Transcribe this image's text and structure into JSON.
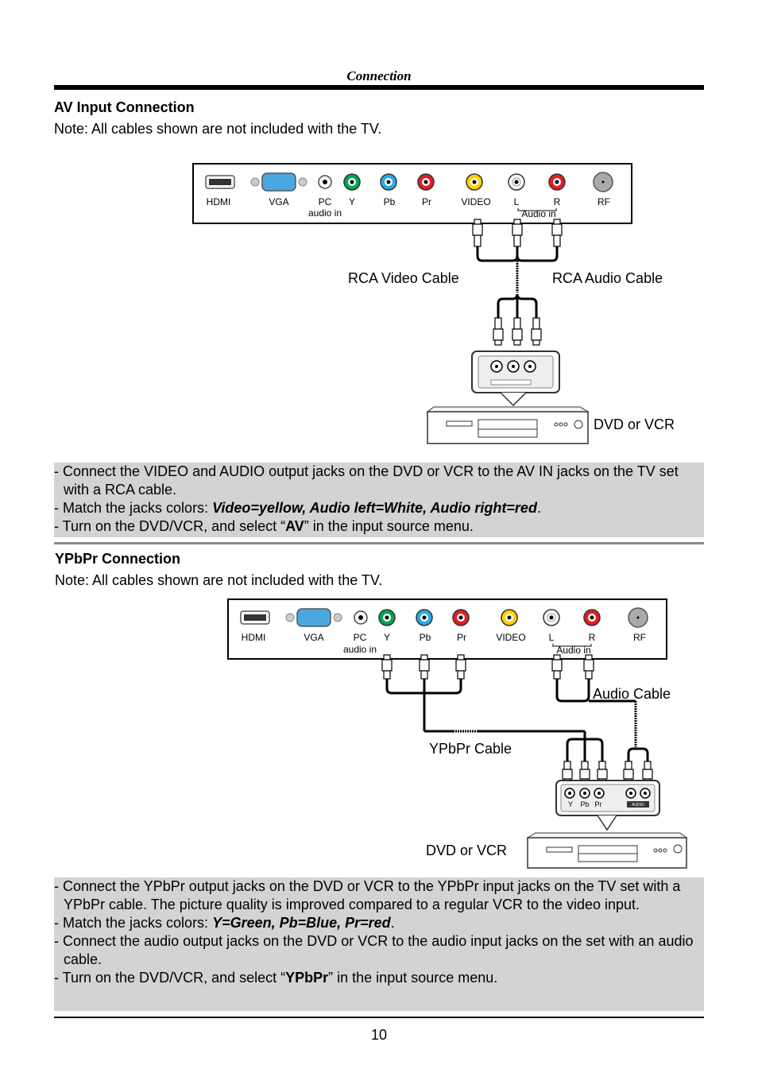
{
  "header": "Connection",
  "av": {
    "title": "AV Input Connection",
    "note": "Note: All cables shown are not included with the TV.",
    "labels": {
      "video_cable": "RCA Video Cable",
      "audio_cable": "RCA Audio Cable",
      "device": "DVD or VCR"
    },
    "instructions": {
      "line1": "- Connect the VIDEO and AUDIO output jacks on the DVD or VCR to the AV IN jacks on the TV set with a RCA cable.",
      "line2_prefix": "- Match the jacks colors: ",
      "line2_bold": "Video=yellow, Audio left=White, Audio right=red",
      "line2_suffix": ".",
      "line3_prefix": "- Turn on the DVD/VCR, and select “",
      "line3_bold": "AV",
      "line3_suffix": "” in the input source menu."
    }
  },
  "tv_panel": {
    "hdmi": "HDMI",
    "vga": "VGA",
    "pc": "PC",
    "pc_sub": "audio in",
    "y": "Y",
    "pb": "Pb",
    "pr": "Pr",
    "video": "VIDEO",
    "l": "L",
    "r": "R",
    "audio_in": "Audio in",
    "rf": "RF"
  },
  "ypbpr": {
    "title": "YPbPr Connection",
    "note": "Note: All cables shown are not included with the TV.",
    "labels": {
      "audio_cable": "Audio Cable",
      "ypbpr_cable": "YPbPr Cable",
      "device": "DVD or VCR"
    },
    "device_jacks": {
      "y": "Y",
      "pb": "Pb",
      "pr": "Pr",
      "audio": "AUDIO"
    },
    "instructions": {
      "line1": "- Connect the YPbPr output jacks on the DVD or VCR to the YPbPr input jacks on the TV set with a YPbPr cable. The picture quality is improved compared to a regular VCR to the video input.",
      "line2_prefix": "- Match the jacks colors: ",
      "line2_bold": "Y=Green, Pb=Blue, Pr=red",
      "line2_suffix": ".",
      "line3": "- Connect the audio output jacks on the DVD or VCR to the audio input jacks on the set with an audio cable.",
      "line4_prefix": "- Turn on the DVD/VCR, and select “",
      "line4_bold": "YPbPr",
      "line4_suffix": "” in the input source menu."
    }
  },
  "page_number": "10",
  "colors": {
    "yellow": "#ffd200",
    "white": "#ffffff",
    "red": "#e31e24",
    "green": "#00a651",
    "blue": "#29abe2",
    "box_bg": "#d1d3d4"
  }
}
